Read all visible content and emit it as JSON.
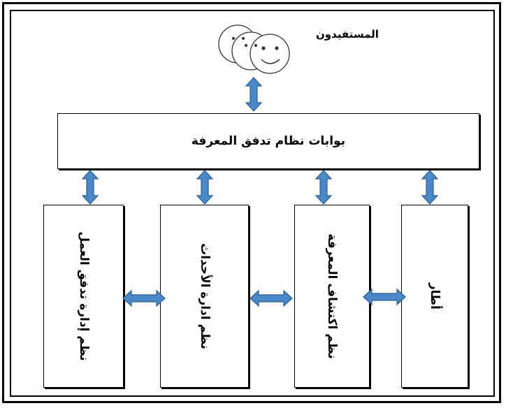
{
  "users_label": "المستفيدون",
  "portal_label": "بوابات نظام تدفق المعرفة",
  "systems": [
    {
      "label": "نظم إدارة تدفق العمل"
    },
    {
      "label": "نظم ادارة الأحداث"
    },
    {
      "label": "نظم اكتشاف المعرفة"
    },
    {
      "label": "أطار"
    }
  ],
  "icons": {
    "users": "smiley-faces-icon",
    "arrows": "double-arrow-icon"
  },
  "colors": {
    "arrow_fill": "#4a88c7",
    "arrow_stroke": "#2d5e8c",
    "border": "#000000",
    "background": "#ffffff"
  }
}
